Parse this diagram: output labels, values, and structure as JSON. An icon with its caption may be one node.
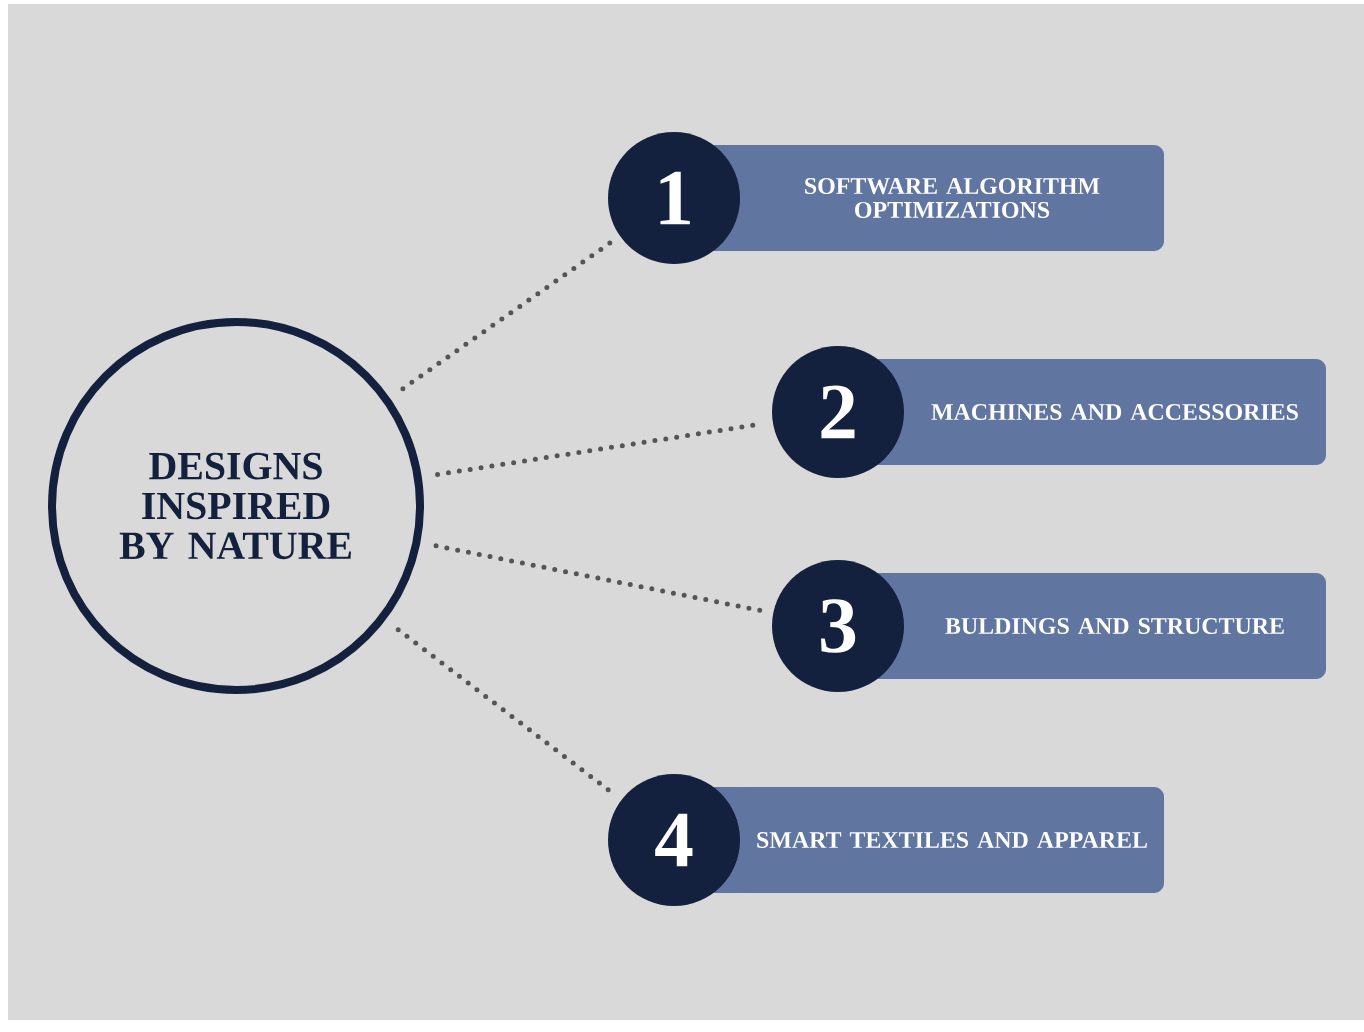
{
  "diagram": {
    "nodes": [
      {
        "text": [
          "DESIGNS INSPIRED BY NATURE"
        ]
      },
      {
        "text": [
          "1"
        ]
      },
      {
        "text": [
          "SOFTWARE ALGORITHM OPTIMIZATIONS"
        ]
      },
      {
        "text": [
          "2"
        ]
      },
      {
        "text": [
          "MACHINES AND ACCESSORIES"
        ]
      },
      {
        "text": [
          "3"
        ]
      },
      {
        "text": [
          "BULDINGS AND STRUCTURE"
        ]
      },
      {
        "text": [
          "4"
        ]
      },
      {
        "text": [
          "SMART TEXTILES AND APPAREL"
        ]
      }
    ],
    "edges": [
      {
        "from": 0,
        "to": 1,
        "arrow": "none"
      },
      {
        "from": 0,
        "to": 3,
        "arrow": "none"
      },
      {
        "from": 0,
        "to": 5,
        "arrow": "none"
      },
      {
        "from": 0,
        "to": 7,
        "arrow": "none"
      }
    ]
  }
}
